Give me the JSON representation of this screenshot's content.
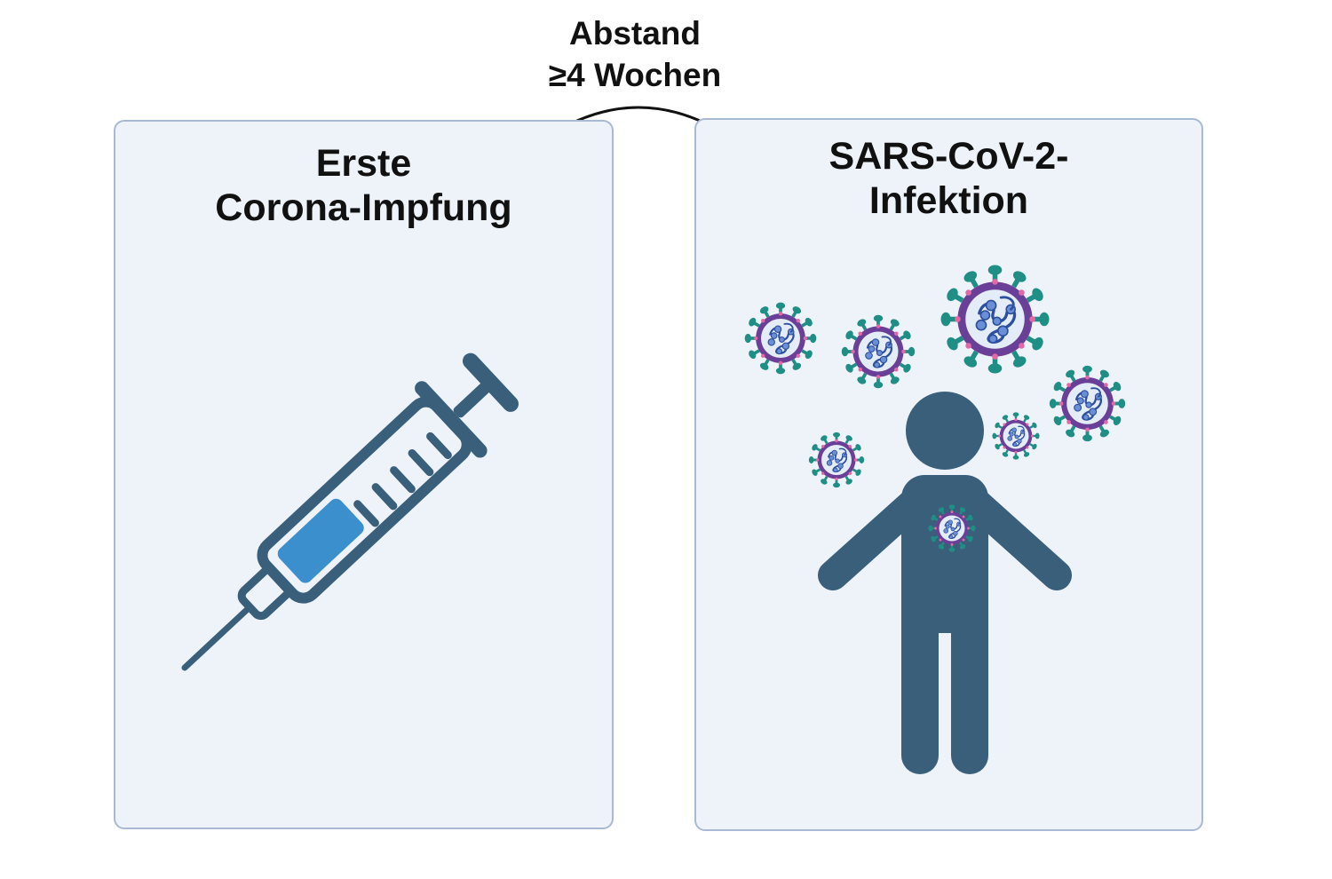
{
  "interval": {
    "line1": "Abstand",
    "line2": "≥4 Wochen"
  },
  "left_panel": {
    "title_line1": "Erste",
    "title_line2": "Corona-Impfung",
    "illustration": "syringe-icon"
  },
  "right_panel": {
    "title_line1": "SARS-CoV-2-",
    "title_line2": "Infektion",
    "illustration": "person-with-virus-icon"
  },
  "colors": {
    "panel_fill": "#eef3fa",
    "panel_border": "#a9b9d3",
    "icon_dark": "#3a5f7b",
    "syringe_liquid": "#3b8fcc",
    "virus_spike": "#1f8f86",
    "virus_membrane": "#6a3f97",
    "virus_rna": "#2c4f9e"
  }
}
